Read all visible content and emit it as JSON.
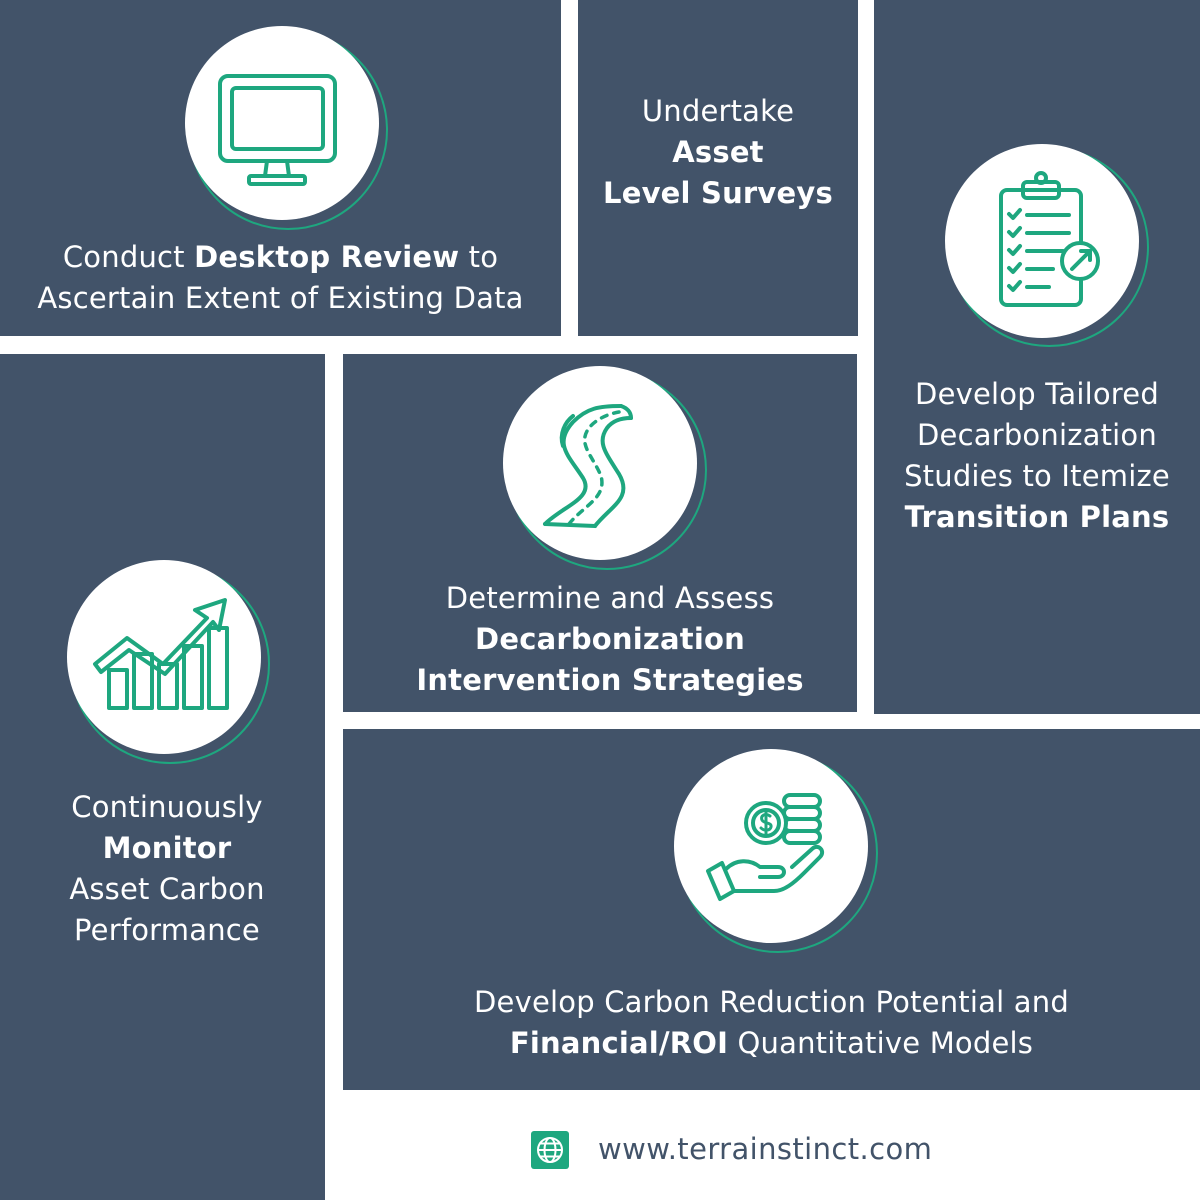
{
  "steps": {
    "desktop_review": {
      "pre": "Conduct ",
      "bold": "Desktop Review",
      "post": " to",
      "line2": "Ascertain Extent of Existing Data",
      "icon": "monitor-icon"
    },
    "surveys": {
      "line1": "Undertake",
      "line2": "Asset",
      "line3": "Level Surveys"
    },
    "transition_plans": {
      "line1": "Develop Tailored",
      "line2": "Decarbonization",
      "line3": "Studies to Itemize",
      "bold": "Transition Plans",
      "icon": "clipboard-checklist-icon"
    },
    "monitor": {
      "line1": "Continuously",
      "bold": "Monitor",
      "line3": "Asset Carbon",
      "line4": "Performance",
      "icon": "growth-chart-icon"
    },
    "strategies": {
      "line1": "Determine and Assess",
      "bold1": "Decarbonization",
      "bold2": "Intervention Strategies",
      "icon": "road-icon"
    },
    "models": {
      "line1": "Develop Carbon Reduction Potential and",
      "bold": "Financial/ROI",
      "post": " Quantitative Models",
      "icon": "hand-coins-icon"
    }
  },
  "footer": {
    "url": "www.terrainstinct.com",
    "icon": "globe-icon"
  },
  "colors": {
    "panel": "#425369",
    "accent": "#1ea77f",
    "background": "#ffffff"
  }
}
